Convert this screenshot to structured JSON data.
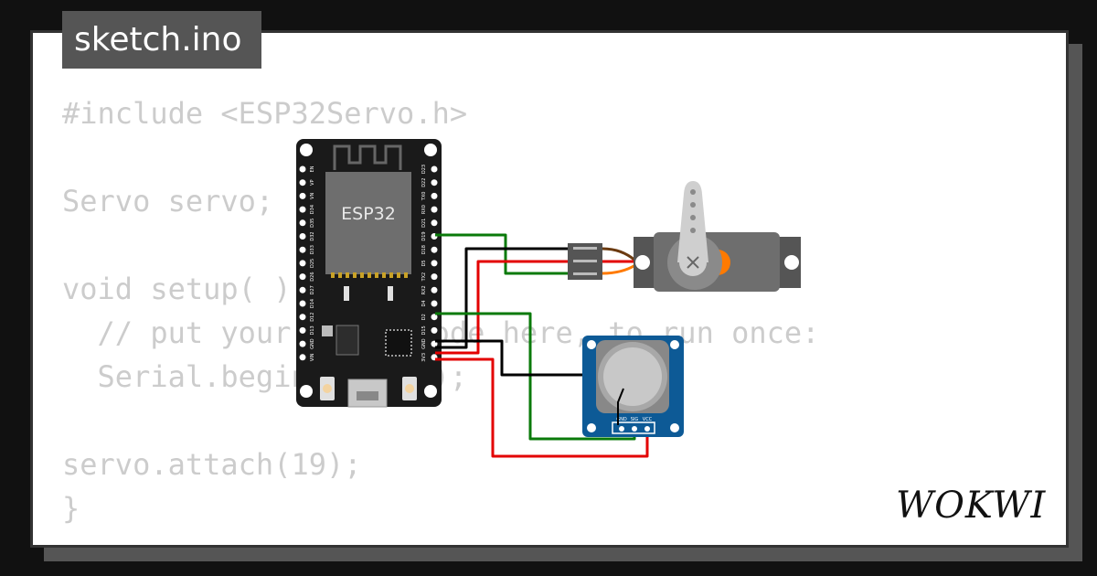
{
  "file_tab": {
    "title": "sketch.ino"
  },
  "code_lines": [
    "#include <ESP32Servo.h>",
    "",
    "Servo servo;",
    "",
    "void setup( ) {",
    "  // put your setup code here, to run once:",
    "  Serial.begin(115200);",
    "",
    "servo.attach(19);",
    "}"
  ],
  "esp32": {
    "chip_label": "ESP32",
    "left_pins": [
      "EN",
      "VP",
      "VN",
      "D34",
      "D35",
      "D32",
      "D33",
      "D25",
      "D26",
      "D27",
      "D14",
      "D12",
      "D13",
      "GND",
      "VIN"
    ],
    "right_pins": [
      "D23",
      "D22",
      "TX0",
      "RX0",
      "D21",
      "D19",
      "D18",
      "D5",
      "TX2",
      "RX2",
      "D4",
      "D2",
      "D15",
      "GND",
      "3V3"
    ]
  },
  "joystick": {
    "pin_labels": [
      "GND",
      "SIG",
      "VCC"
    ]
  },
  "brand": {
    "logo": "WOKWI"
  },
  "colors": {
    "wire_green": "#0a7a0a",
    "wire_black": "#000000",
    "wire_red": "#e30000",
    "servo_orange": "#ff7a00",
    "joystick_blue": "#0d5a96",
    "board_black": "#1a1a1a"
  }
}
